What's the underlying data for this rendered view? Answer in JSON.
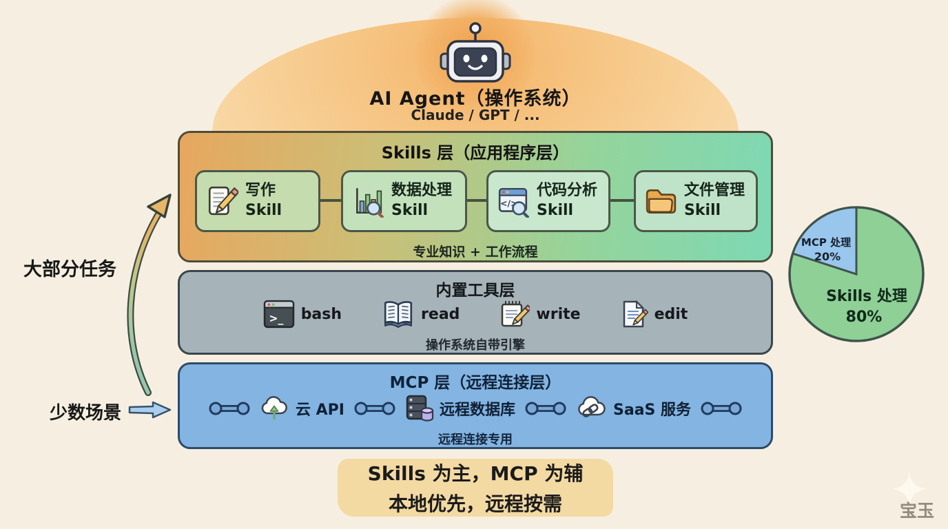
{
  "agent": {
    "icon": "robot-icon",
    "title": "AI Agent（操作系统）",
    "subtitle": "Claude / GPT / ..."
  },
  "skills_layer": {
    "title": "Skills 层（应用程序层）",
    "caption": "专业知识 + 工作流程",
    "cards": [
      {
        "icon": "document-pencil-icon",
        "line1": "写作",
        "line2": "Skill"
      },
      {
        "icon": "chart-magnifier-icon",
        "line1": "数据处理",
        "line2": "Skill"
      },
      {
        "icon": "code-magnifier-icon",
        "line1": "代码分析",
        "line2": "Skill"
      },
      {
        "icon": "folder-icon",
        "line1": "文件管理",
        "line2": "Skill"
      }
    ]
  },
  "builtin_layer": {
    "title": "内置工具层",
    "caption": "操作系统自带引擎",
    "tools": [
      {
        "icon": "terminal-icon",
        "label": "bash"
      },
      {
        "icon": "book-icon",
        "label": "read"
      },
      {
        "icon": "notepad-pencil-icon",
        "label": "write"
      },
      {
        "icon": "document-edit-icon",
        "label": "edit"
      }
    ]
  },
  "mcp_layer": {
    "title": "MCP 层（远程连接层）",
    "caption": "远程连接专用",
    "services": [
      {
        "icon": "cloud-upload-icon",
        "label": "云 API"
      },
      {
        "icon": "server-database-icon",
        "label": "远程数据库"
      },
      {
        "icon": "cloud-link-icon",
        "label": "SaaS 服务"
      }
    ]
  },
  "annotations": {
    "most_tasks": "大部分任务",
    "few_scenarios": "少数场景"
  },
  "summary": {
    "line1": "Skills 为主，MCP 为辅",
    "line2": "本地优先，远程按需"
  },
  "watermark": {
    "icon": "sparkle-icon",
    "text": "宝玉"
  },
  "glyphs": {
    "code": "</>",
    "prompt": ">_"
  },
  "chart_data": {
    "type": "pie",
    "title": "",
    "legend": false,
    "labels_position": "inside",
    "slices": [
      {
        "label": "Skills 处理",
        "pct": "80%",
        "value": 80,
        "color": "#8ed096"
      },
      {
        "label": "MCP 处理",
        "pct": "20%",
        "value": 20,
        "color": "#99c6ec"
      }
    ]
  },
  "colors": {
    "background": "#f6efe1",
    "dome": "#f6c584",
    "skills_gradient_left": "#e7a75f",
    "skills_gradient_right": "#7ed8b4",
    "builtin_fill": "#a6b3b8",
    "mcp_fill": "#83b4e2",
    "banner_fill": "#f3d9a2",
    "pie_green": "#8ed096",
    "pie_blue": "#99c6ec",
    "card_fill": "#c3e0ba"
  }
}
